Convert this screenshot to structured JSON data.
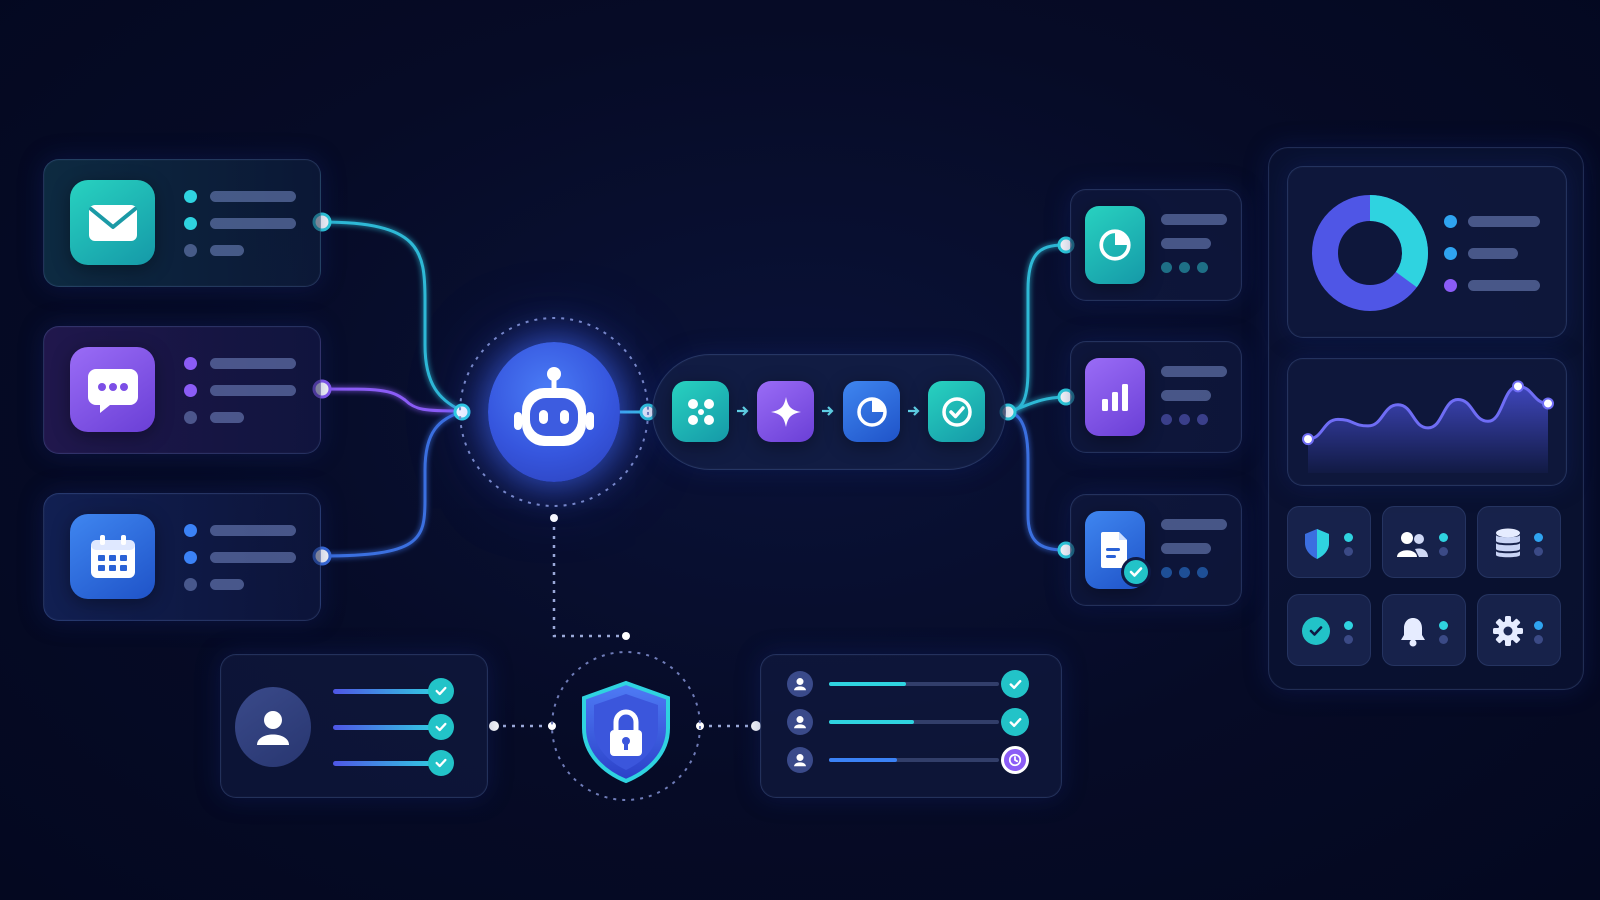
{
  "colors": {
    "background": "#060b26",
    "teal": "#22c3c8",
    "violet": "#8b5cf6",
    "blue": "#3b6fe0",
    "cyan": "#2fd3e0",
    "card": "#121c42"
  },
  "input_cards": [
    {
      "icon": "envelope-icon",
      "accent": "#22c3c8"
    },
    {
      "icon": "chat-bubble-icon",
      "accent": "#8b5cf6"
    },
    {
      "icon": "calendar-icon",
      "accent": "#3b6fe0"
    }
  ],
  "hub": {
    "icon": "robot-icon"
  },
  "pipeline_steps": [
    "nodes-icon",
    "sparkle-icon",
    "pie-chart-icon",
    "check-circle-icon"
  ],
  "output_cards": [
    "pie-chart-icon",
    "bar-chart-icon",
    "document-check-icon"
  ],
  "security": {
    "icon": "shield-lock-icon"
  },
  "user_card": {
    "icon": "user-icon",
    "checks": 3
  },
  "approval_rows": [
    {
      "progress": 0.45,
      "status": "approved"
    },
    {
      "progress": 0.5,
      "status": "approved"
    },
    {
      "progress": 0.4,
      "status": "pending"
    }
  ],
  "dashboard": {
    "donut_fraction": 0.35,
    "sparkline": [
      0.18,
      0.48,
      0.38,
      0.7,
      0.35,
      0.78,
      0.45,
      0.98,
      0.72
    ],
    "tiles": [
      "shield-icon",
      "users-icon",
      "database-icon",
      "check-badge-icon",
      "bell-icon",
      "gear-icon"
    ]
  }
}
